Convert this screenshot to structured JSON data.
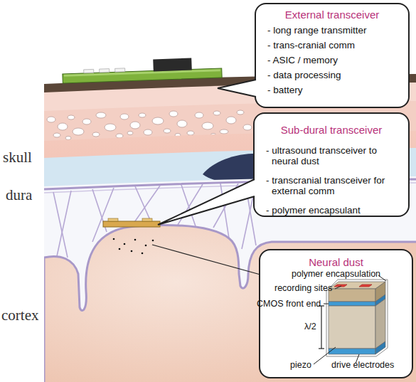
{
  "diagram": {
    "nodes": [
      {
        "text": [
          "External transceiver",
          "- long range transmitter",
          "- trans-cranial comm",
          "- ASIC / memory",
          "- data processing",
          "- battery"
        ]
      },
      {
        "text": [
          "Sub-dural transceiver",
          "- ultrasound transceiver to neural dust",
          "- transcranial transceiver for external comm",
          "- polymer encapsulant"
        ]
      },
      {
        "text": [
          "Neural dust"
        ]
      }
    ],
    "labels": [
      "skull",
      "dura",
      "cortex",
      "polymer encapsulation",
      "recording sites",
      "CMOS front end",
      "λ/2",
      "piezo",
      "drive electrodes"
    ]
  }
}
